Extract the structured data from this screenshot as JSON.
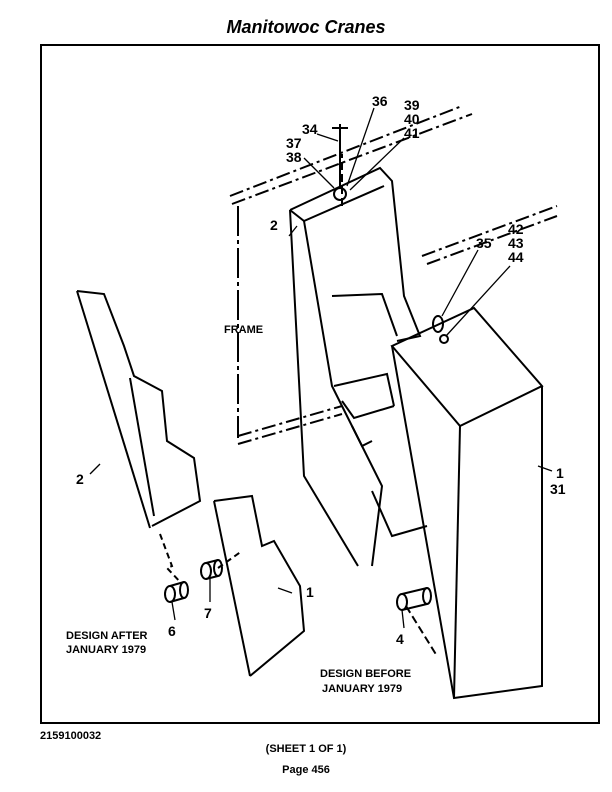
{
  "header": {
    "title": "Manitowoc Cranes"
  },
  "labels": {
    "frame": "FRAME",
    "design_after_line1": "DESIGN AFTER",
    "design_after_line2": "JANUARY 1979",
    "design_before_line1": "DESIGN BEFORE",
    "design_before_line2": "JANUARY 1979"
  },
  "callouts": {
    "c2_top": "2",
    "c2_left": "2",
    "c1_small": "1",
    "c1_large": "1",
    "c31": "31",
    "c4": "4",
    "c6": "6",
    "c7": "7",
    "c34": "34",
    "c35": "35",
    "c36": "36",
    "c37": "37",
    "c38": "38",
    "c39": "39",
    "c40": "40",
    "c41": "41",
    "c42": "42",
    "c43": "43",
    "c44": "44"
  },
  "footer": {
    "drawing_id": "2159100032",
    "sheet": "(SHEET 1 OF 1)",
    "page": "Page 456"
  }
}
